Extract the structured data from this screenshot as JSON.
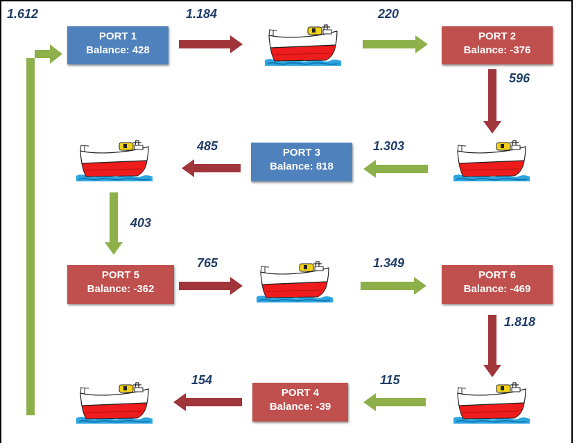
{
  "colors": {
    "surplus": "#4f81bd",
    "deficit": "#c0504d",
    "arrow_red": "#a0353a",
    "arrow_green": "#8db04a",
    "quantity_text": "#1f3d66"
  },
  "ports": [
    {
      "id": "port1",
      "name": "PORT 1",
      "balance": "Balance: 428",
      "status": "surplus"
    },
    {
      "id": "port2",
      "name": "PORT 2",
      "balance": "Balance: -376",
      "status": "deficit"
    },
    {
      "id": "port3",
      "name": "PORT 3",
      "balance": "Balance: 818",
      "status": "surplus"
    },
    {
      "id": "port5",
      "name": "PORT 5",
      "balance": "Balance: -362",
      "status": "deficit"
    },
    {
      "id": "port6",
      "name": "PORT 6",
      "balance": "Balance: -469",
      "status": "deficit"
    },
    {
      "id": "port4",
      "name": "PORT 4",
      "balance": "Balance: -39",
      "status": "deficit"
    }
  ],
  "quantities": [
    {
      "id": "q-return",
      "label": "1.612",
      "arrow": "green"
    },
    {
      "id": "q-p1-ship",
      "label": "1.184",
      "arrow": "red"
    },
    {
      "id": "q-ship-p2",
      "label": "220",
      "arrow": "green"
    },
    {
      "id": "q-p2-ship",
      "label": "596",
      "arrow": "red"
    },
    {
      "id": "q-ship-p3",
      "label": "1.303",
      "arrow": "green"
    },
    {
      "id": "q-p3-ship",
      "label": "485",
      "arrow": "red"
    },
    {
      "id": "q-ship-p5",
      "label": "403",
      "arrow": "green"
    },
    {
      "id": "q-p5-ship",
      "label": "765",
      "arrow": "red"
    },
    {
      "id": "q-ship-p6",
      "label": "1.349",
      "arrow": "green"
    },
    {
      "id": "q-p6-ship",
      "label": "1.818",
      "arrow": "red"
    },
    {
      "id": "q-ship-p4",
      "label": "115",
      "arrow": "green"
    },
    {
      "id": "q-p4-ship",
      "label": "154",
      "arrow": "red"
    }
  ],
  "ships": [
    {
      "id": "ship1",
      "icon": "ship-icon"
    },
    {
      "id": "ship2",
      "icon": "ship-icon"
    },
    {
      "id": "ship3",
      "icon": "ship-icon"
    },
    {
      "id": "ship4",
      "icon": "ship-icon"
    },
    {
      "id": "ship5",
      "icon": "ship-icon"
    },
    {
      "id": "ship6",
      "icon": "ship-icon"
    }
  ]
}
